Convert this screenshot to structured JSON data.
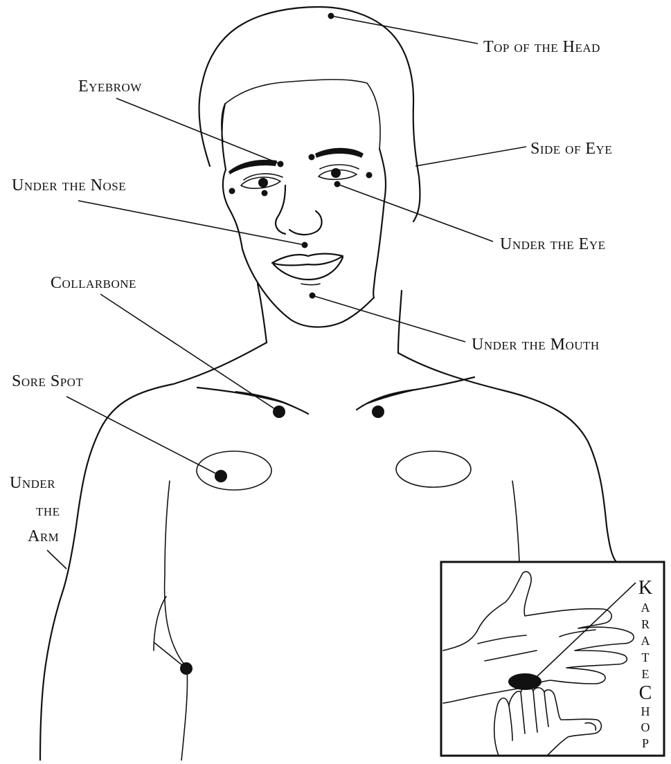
{
  "labels": {
    "top_of_head": "Top of the Head",
    "eyebrow": "Eyebrow",
    "side_of_eye": "Side of Eye",
    "under_nose": "Under the Nose",
    "under_eye": "Under the Eye",
    "collarbone": "Collarbone",
    "under_mouth": "Under the Mouth",
    "sore_spot": "Sore Spot",
    "under_arm_1": "Under",
    "under_arm_2": "the",
    "under_arm_3": "Arm"
  },
  "inset": {
    "karate": [
      "K",
      "A",
      "R",
      "A",
      "T",
      "E"
    ],
    "chop": [
      "C",
      "H",
      "O",
      "P"
    ]
  }
}
